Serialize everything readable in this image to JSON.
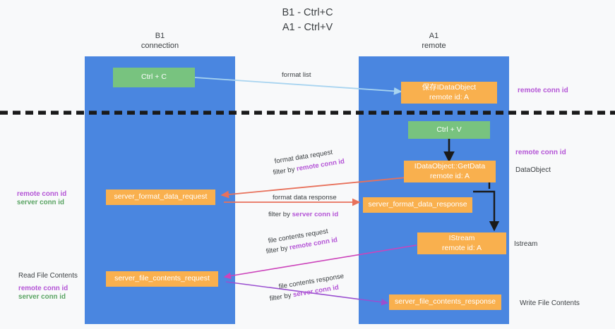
{
  "title": {
    "line1": "B1 - Ctrl+C",
    "line2": "A1 - Ctrl+V"
  },
  "columns": [
    {
      "name": "B1",
      "sub": "connection"
    },
    {
      "name": "A1",
      "sub": "remote"
    }
  ],
  "colors": {
    "lane": "#4a86e0",
    "green_node": "#78c37f",
    "orange_node": "#f9b04e",
    "purple_text": "#b455d6",
    "green_text": "#5aa463",
    "light_blue_arrow": "#a8d4f0",
    "red_arrow": "#e8715b",
    "black_arrow": "#1a1a1a",
    "magenta_arrow": "#cc44bb",
    "purple_arrow": "#9a4fd0",
    "divider": "#1a1a1a"
  },
  "nodes": {
    "ctrl_c": "Ctrl + C",
    "save_idataobject_l1": "保存IDataObject",
    "save_idataobject_l2": "remote id: A",
    "ctrl_v": "Ctrl + V",
    "getdata_l1": "IDataObject::GetData",
    "getdata_l2": "remote id: A",
    "server_format_data_request": "server_format_data_request",
    "server_format_data_response": "server_format_data_response",
    "istream_l1": "IStream",
    "istream_l2": "remote id: A",
    "server_file_contents_request": "server_file_contents_request",
    "server_file_contents_response": "server_file_contents_response"
  },
  "edges": {
    "format_list": "format list",
    "format_data_request": "format data request",
    "format_data_request_filter_prefix": "filter by ",
    "format_data_request_filter_key": "remote conn id",
    "format_data_response": "format data response",
    "format_data_response_filter_prefix": "filter by ",
    "format_data_response_filter_key": "server conn id",
    "file_contents_request": "file contents request",
    "file_contents_request_filter_prefix": "filter by ",
    "file_contents_request_filter_key": "remote conn id",
    "file_contents_response": "file contents response",
    "file_contents_response_filter_prefix": "filter by ",
    "file_contents_response_filter_key": "server conn id"
  },
  "annotations": {
    "left_remote_conn_id": "remote conn id",
    "left_server_conn_id": "server conn id",
    "read_file_contents": "Read File Contents",
    "left2_remote_conn_id": "remote conn id",
    "left2_server_conn_id": "server conn id",
    "right_remote_conn_id_top": "remote conn id",
    "right_remote_conn_id_mid": "remote conn id",
    "right_dataobject": "DataObject",
    "right_istream": "Istream",
    "right_write_file_contents": "Write File Contents"
  }
}
